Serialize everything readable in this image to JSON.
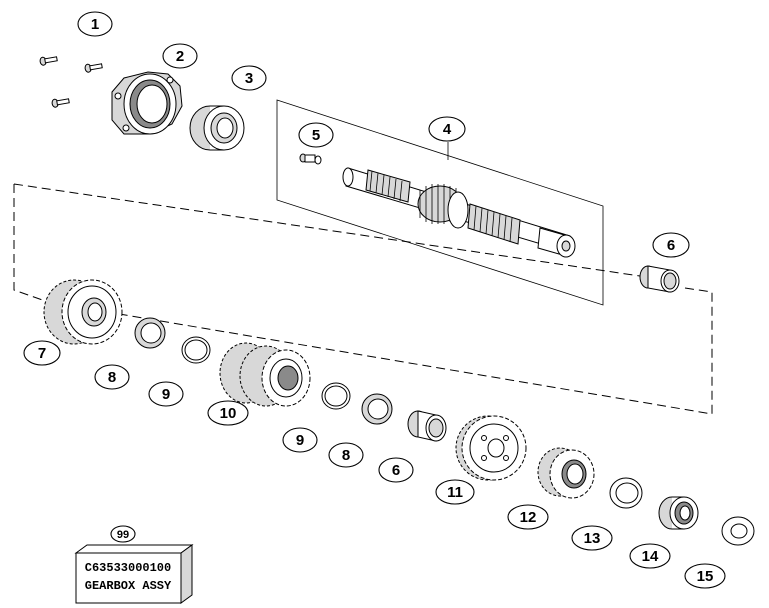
{
  "callouts": [
    {
      "id": "c1",
      "label": "1"
    },
    {
      "id": "c2",
      "label": "2"
    },
    {
      "id": "c3",
      "label": "3"
    },
    {
      "id": "c4",
      "label": "4"
    },
    {
      "id": "c5",
      "label": "5"
    },
    {
      "id": "c6a",
      "label": "6"
    },
    {
      "id": "c7",
      "label": "7"
    },
    {
      "id": "c8a",
      "label": "8"
    },
    {
      "id": "c9a",
      "label": "9"
    },
    {
      "id": "c10",
      "label": "10"
    },
    {
      "id": "c9b",
      "label": "9"
    },
    {
      "id": "c8b",
      "label": "8"
    },
    {
      "id": "c6b",
      "label": "6"
    },
    {
      "id": "c11",
      "label": "11"
    },
    {
      "id": "c12",
      "label": "12"
    },
    {
      "id": "c13",
      "label": "13"
    },
    {
      "id": "c14",
      "label": "14"
    },
    {
      "id": "c15",
      "label": "15"
    },
    {
      "id": "c99",
      "label": "99"
    }
  ],
  "assembly_box": {
    "part_number": "C63533000100",
    "name": "GEARBOX ASSY"
  }
}
